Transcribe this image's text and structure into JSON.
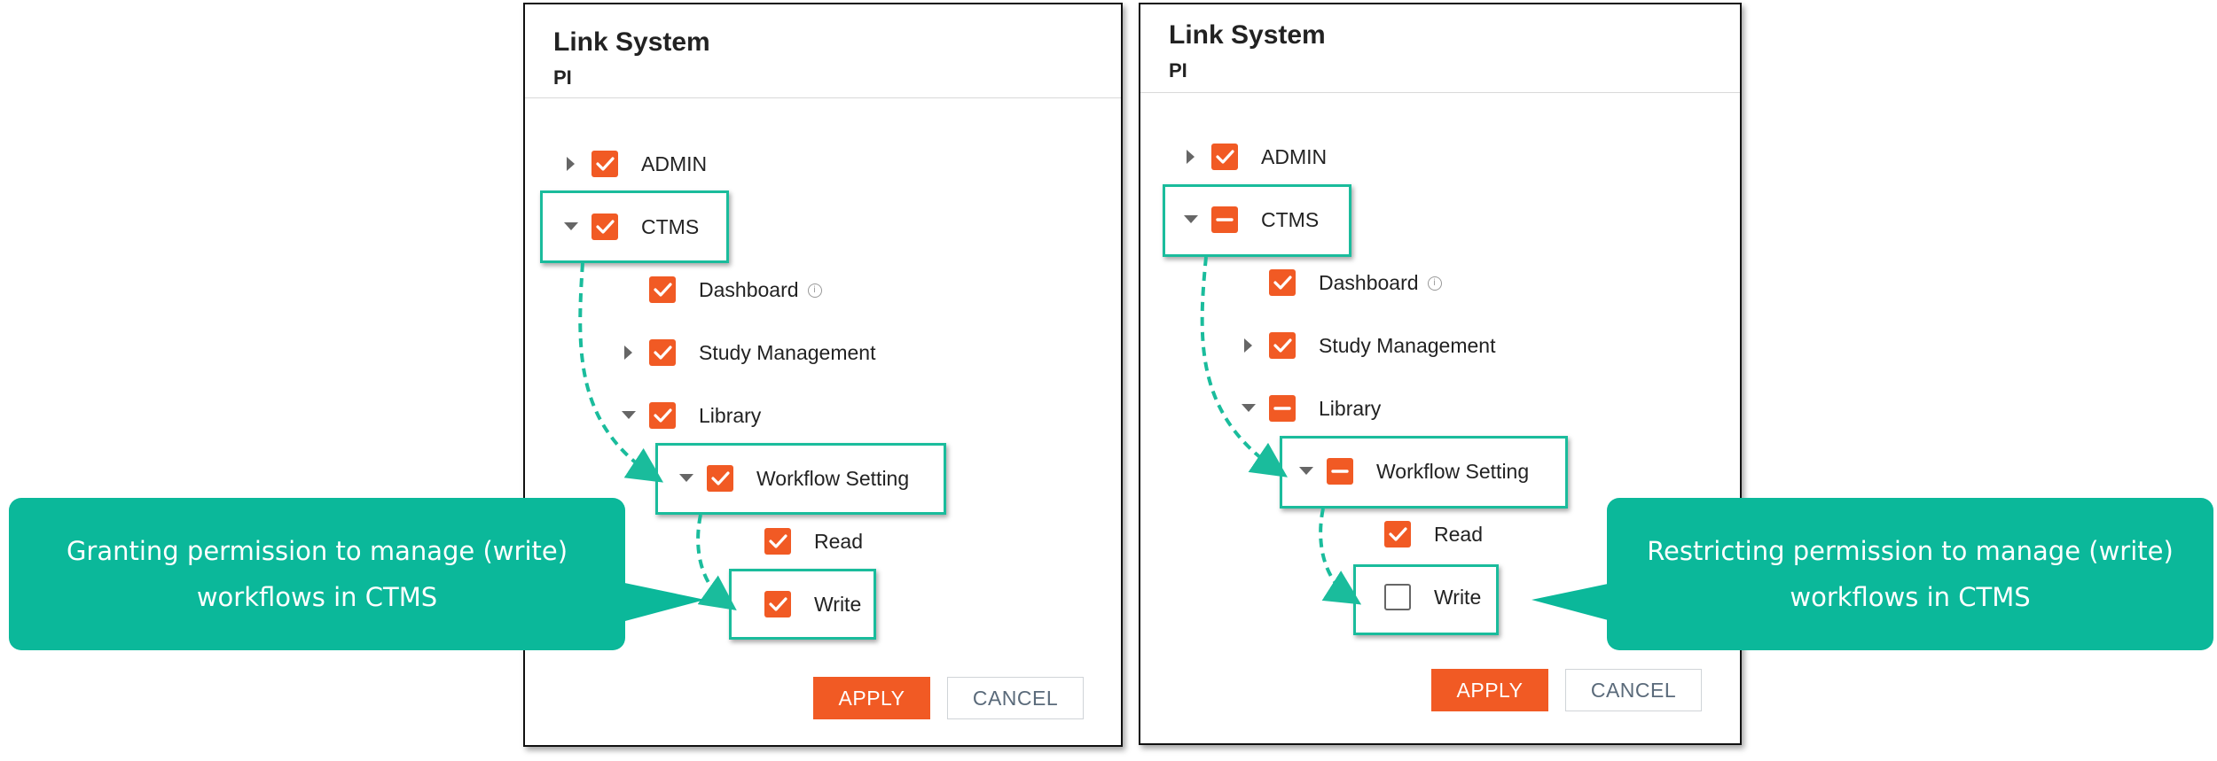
{
  "left_dialog": {
    "title": "Link System",
    "subtitle": "PI",
    "tree": [
      {
        "label": "ADMIN",
        "state": "checked",
        "caret": "collapsed"
      },
      {
        "label": "CTMS",
        "state": "checked",
        "caret": "expanded"
      },
      {
        "label": "Dashboard",
        "state": "checked",
        "caret": "none",
        "info": true
      },
      {
        "label": "Study Management",
        "state": "checked",
        "caret": "collapsed"
      },
      {
        "label": "Library",
        "state": "checked",
        "caret": "expanded"
      },
      {
        "label": "Workflow Setting",
        "state": "checked",
        "caret": "expanded"
      },
      {
        "label": "Read",
        "state": "checked",
        "caret": "none"
      },
      {
        "label": "Write",
        "state": "checked",
        "caret": "none"
      }
    ],
    "apply_label": "APPLY",
    "cancel_label": "CANCEL"
  },
  "right_dialog": {
    "title": "Link System",
    "subtitle": "PI",
    "tree": [
      {
        "label": "ADMIN",
        "state": "checked",
        "caret": "collapsed"
      },
      {
        "label": "CTMS",
        "state": "partial",
        "caret": "expanded"
      },
      {
        "label": "Dashboard",
        "state": "checked",
        "caret": "none",
        "info": true
      },
      {
        "label": "Study Management",
        "state": "checked",
        "caret": "collapsed"
      },
      {
        "label": "Library",
        "state": "partial",
        "caret": "expanded"
      },
      {
        "label": "Workflow Setting",
        "state": "partial",
        "caret": "expanded"
      },
      {
        "label": "Read",
        "state": "checked",
        "caret": "none"
      },
      {
        "label": "Write",
        "state": "unchecked",
        "caret": "none"
      }
    ],
    "apply_label": "APPLY",
    "cancel_label": "CANCEL"
  },
  "callouts": {
    "left_line1": "Granting permission to manage (write)",
    "left_line2": "workflows in CTMS",
    "right_line1": "Restricting permission to manage (write)",
    "right_line2": "workflows in CTMS"
  },
  "colors": {
    "accent": "#f15a24",
    "highlight": "#1abc9c",
    "callout": "#0bb89a"
  },
  "icons": {
    "expanded": "caret-down-icon",
    "collapsed": "caret-right-icon",
    "checked": "checkmark-icon",
    "partial": "minus-icon",
    "info": "info-icon"
  }
}
